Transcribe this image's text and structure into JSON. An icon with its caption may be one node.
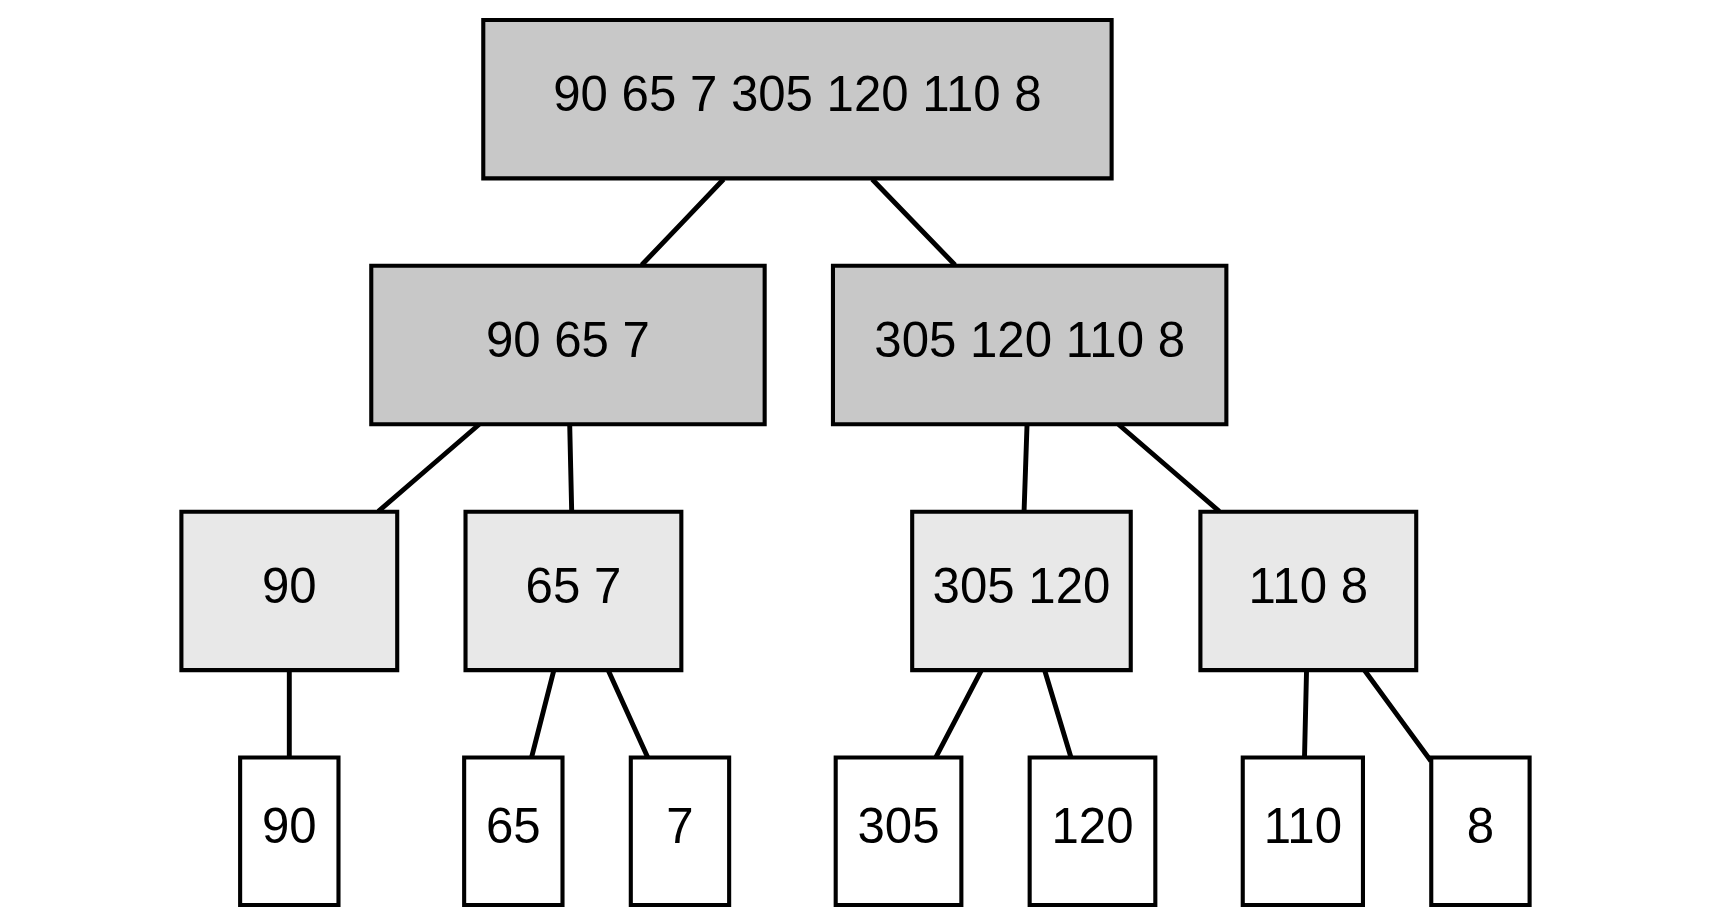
{
  "diagram": {
    "nodes": [
      {
        "text": [
          "90 65 7 305 120 110 8"
        ]
      },
      {
        "text": [
          "90 65 7"
        ]
      },
      {
        "text": [
          "305 120 110 8"
        ]
      },
      {
        "text": [
          "90"
        ]
      },
      {
        "text": [
          "65 7"
        ]
      },
      {
        "text": [
          "305 120"
        ]
      },
      {
        "text": [
          "110 8"
        ]
      },
      {
        "text": [
          "90"
        ]
      },
      {
        "text": [
          "65"
        ]
      },
      {
        "text": [
          "7"
        ]
      },
      {
        "text": [
          "305"
        ]
      },
      {
        "text": [
          "120"
        ]
      },
      {
        "text": [
          "110"
        ]
      },
      {
        "text": [
          "8"
        ]
      }
    ],
    "edges": [
      {
        "from": 0,
        "to": 1,
        "arrow": "none"
      },
      {
        "from": 0,
        "to": 2,
        "arrow": "none"
      },
      {
        "from": 1,
        "to": 3,
        "arrow": "none"
      },
      {
        "from": 1,
        "to": 4,
        "arrow": "none"
      },
      {
        "from": 2,
        "to": 5,
        "arrow": "none"
      },
      {
        "from": 2,
        "to": 6,
        "arrow": "none"
      },
      {
        "from": 3,
        "to": 7,
        "arrow": "none"
      },
      {
        "from": 4,
        "to": 8,
        "arrow": "none"
      },
      {
        "from": 4,
        "to": 9,
        "arrow": "none"
      },
      {
        "from": 5,
        "to": 10,
        "arrow": "none"
      },
      {
        "from": 5,
        "to": 11,
        "arrow": "none"
      },
      {
        "from": 6,
        "to": 12,
        "arrow": "none"
      },
      {
        "from": 6,
        "to": 13,
        "arrow": "none"
      }
    ]
  }
}
